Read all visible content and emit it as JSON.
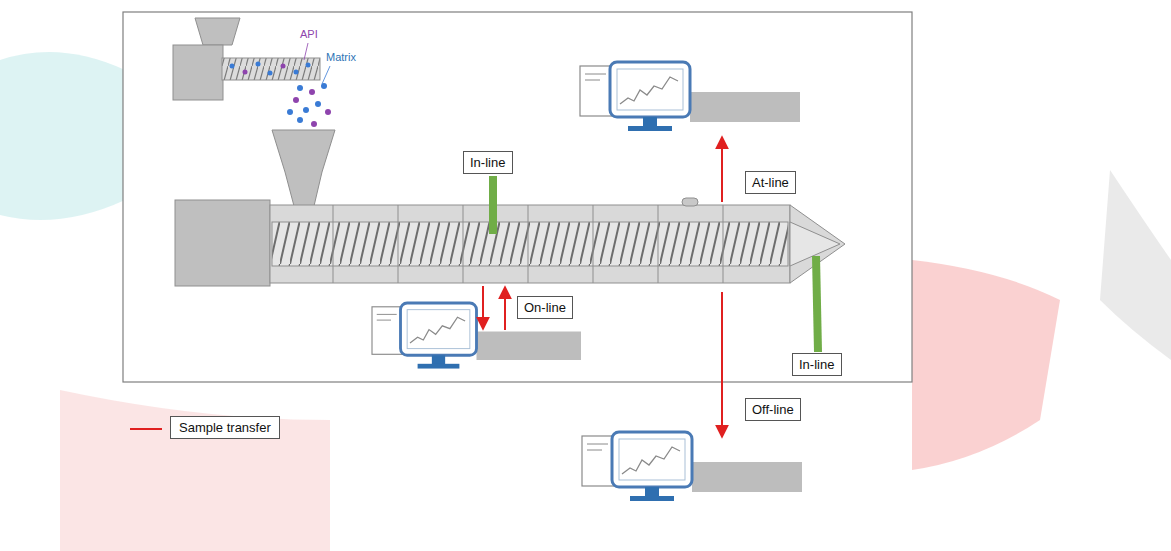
{
  "diagram": {
    "nodes": [
      {
        "text": [
          "In-line"
        ]
      },
      {
        "text": [
          "At-line"
        ]
      },
      {
        "text": [
          "On-line"
        ]
      },
      {
        "text": [
          "In-line"
        ]
      },
      {
        "text": [
          "Off-line"
        ]
      }
    ],
    "labels": [
      "API",
      "Matrix"
    ],
    "legend": [
      {
        "text": "Sample transfer"
      }
    ]
  }
}
